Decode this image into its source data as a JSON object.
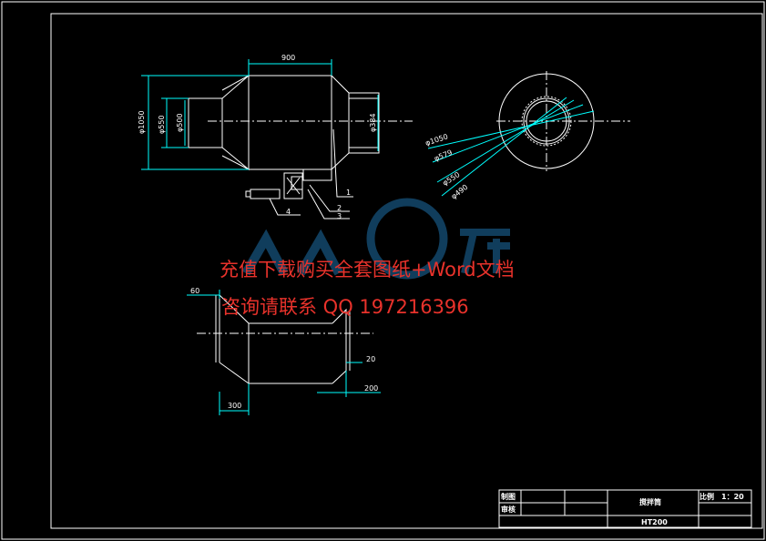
{
  "view_main": {
    "dims": {
      "width_900": "900",
      "dia_1050": "φ1050",
      "dia_550": "φ550",
      "dia_500": "φ500",
      "dia_384": "φ384"
    },
    "part_numbers": [
      "1",
      "2",
      "3",
      "4"
    ]
  },
  "view_side": {
    "dims": {
      "d1050": "φ1050",
      "d579": "φ579",
      "d550": "φ550",
      "d490": "φ490"
    }
  },
  "view_bottom": {
    "dims": {
      "d60": "60",
      "d20": "20",
      "d200": "200",
      "d300": "300"
    }
  },
  "watermark": {
    "line1": "充值下载购买全套图纸+Word文档",
    "line2": "咨询请联系  QQ 197216396"
  },
  "title_block": {
    "drawn_label": "制图",
    "checked_label": "审核",
    "name": "搅拌筒",
    "scale_label": "比例",
    "scale_value": "1：20",
    "material": "HT200"
  },
  "colors": {
    "background": "#000000",
    "line": "#ffffff",
    "dimension": "#00ffff",
    "watermark": "#e8322b"
  }
}
